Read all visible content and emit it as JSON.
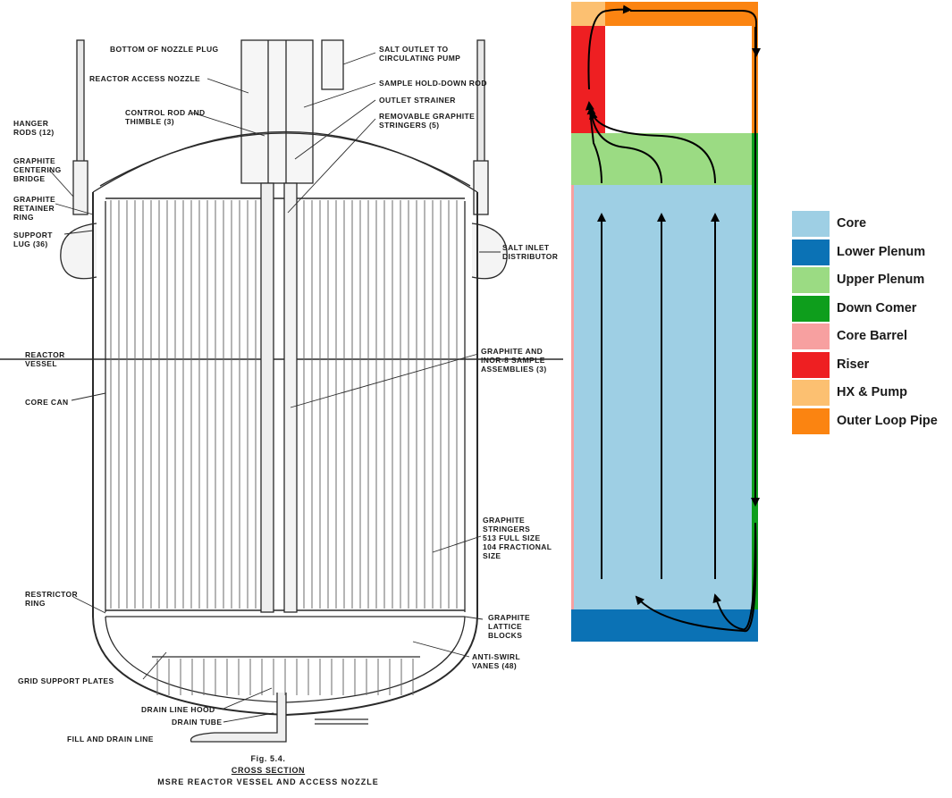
{
  "drawing": {
    "labels": {
      "bottom_of_nozzle_plug": "BOTTOM OF NOZZLE PLUG",
      "salt_outlet": "SALT OUTLET TO\nCIRCULATING PUMP",
      "reactor_access_nozzle": "REACTOR ACCESS NOZZLE",
      "sample_hold_down_rod": "SAMPLE HOLD-DOWN ROD",
      "outlet_strainer": "OUTLET STRAINER",
      "control_rod": "CONTROL ROD AND\nTHIMBLE (3)",
      "removable_stringers": "REMOVABLE GRAPHITE\nSTRINGERS (5)",
      "hanger_rods": "HANGER\nRODS (12)",
      "centering_bridge": "GRAPHITE\nCENTERING\nBRIDGE",
      "retainer_ring": "GRAPHITE\nRETAINER\nRING",
      "support_lug": "SUPPORT\nLUG (36)",
      "salt_inlet": "SALT INLET\nDISTRIBUTOR",
      "reactor_vessel": "REACTOR\nVESSEL",
      "sample_assemblies": "GRAPHITE AND\nINOR-8 SAMPLE\nASSEMBLIES (3)",
      "core_can": "CORE CAN",
      "graphite_stringers": "GRAPHITE\nSTRINGERS\n513 FULL SIZE\n104 FRACTIONAL\nSIZE",
      "restrictor_ring": "RESTRICTOR\nRING",
      "lattice_blocks": "GRAPHITE\nLATTICE\nBLOCKS",
      "anti_swirl": "ANTI-SWIRL\nVANES (48)",
      "grid_support": "GRID SUPPORT PLATES",
      "drain_line_hood": "DRAIN LINE HOOD",
      "drain_tube": "DRAIN TUBE",
      "fill_drain": "FILL AND DRAIN LINE"
    },
    "caption": {
      "fig": "Fig. 5.4.",
      "section": "CROSS SECTION",
      "title": "MSRE REACTOR VESSEL AND ACCESS NOZZLE"
    }
  },
  "legend": [
    {
      "label": "Core",
      "color": "#9ecfe4"
    },
    {
      "label": "Lower Plenum",
      "color": "#0b72b5"
    },
    {
      "label": "Upper Plenum",
      "color": "#9bdb83"
    },
    {
      "label": "Down Comer",
      "color": "#0e9e1c"
    },
    {
      "label": "Core Barrel",
      "color": "#f7a0a0"
    },
    {
      "label": "Riser",
      "color": "#ee1f22"
    },
    {
      "label": "HX & Pump",
      "color": "#fcc071"
    },
    {
      "label": "Outer Loop Pipe",
      "color": "#fb8411"
    }
  ]
}
